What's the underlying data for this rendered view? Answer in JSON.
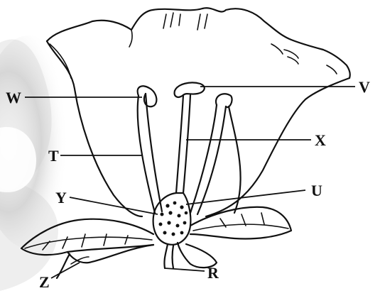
{
  "diagram": {
    "labels": {
      "w": "W",
      "v": "V",
      "x": "X",
      "t": "T",
      "u": "U",
      "y": "Y",
      "z": "Z",
      "r": "R"
    }
  },
  "colors": {
    "ink": "#111111",
    "background": "#ffffff",
    "shading": "#9a9a9a"
  }
}
